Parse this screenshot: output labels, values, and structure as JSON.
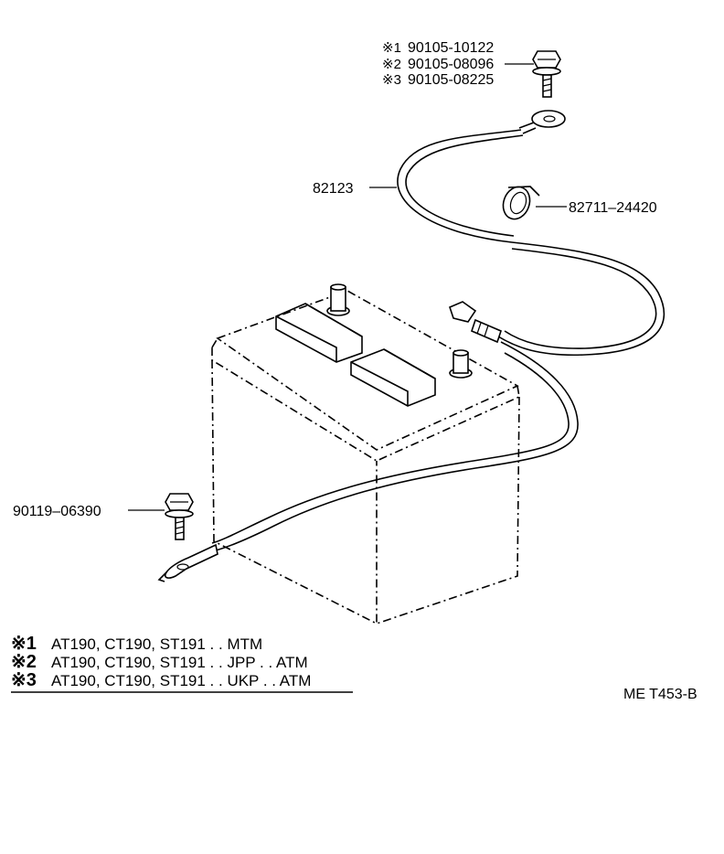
{
  "callouts": {
    "bolt_top": [
      {
        "mark": "※1",
        "part": "90105-10122"
      },
      {
        "mark": "※2",
        "part": "90105-08096"
      },
      {
        "mark": "※3",
        "part": "90105-08225"
      }
    ],
    "cable": "82123",
    "clamp": "82711–24420",
    "bolt_left": "90119–06390"
  },
  "notes": [
    {
      "mark": "※1",
      "text": "AT190, CT190, ST191 . . MTM"
    },
    {
      "mark": "※2",
      "text": "AT190, CT190, ST191 . . JPP . . ATM"
    },
    {
      "mark": "※3",
      "text": "AT190, CT190, ST191 . . UKP . . ATM"
    }
  ],
  "figure_code": "ME T453-B"
}
